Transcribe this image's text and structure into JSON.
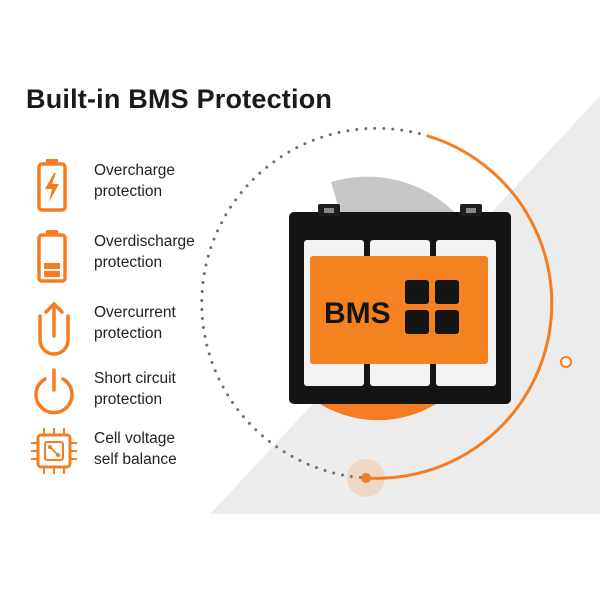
{
  "header": {
    "title": "Built-in BMS Protection"
  },
  "features": [
    {
      "icon": "battery-charging-icon",
      "line1": "Overcharge",
      "line2": "protection"
    },
    {
      "icon": "battery-low-icon",
      "line1": "Overdischarge",
      "line2": "protection"
    },
    {
      "icon": "overcurrent-arrow-icon",
      "line1": "Overcurrent",
      "line2": "protection"
    },
    {
      "icon": "power-icon",
      "line1": "Short circuit",
      "line2": "protection"
    },
    {
      "icon": "chip-icon",
      "line1": "Cell voltage",
      "line2": "self balance"
    }
  ],
  "battery": {
    "module_label": "BMS"
  },
  "colors": {
    "accent": "#f57c20",
    "module": "#f58220",
    "battery_body": "#141414",
    "background_wedge": "#ececec",
    "text": "#222222"
  }
}
